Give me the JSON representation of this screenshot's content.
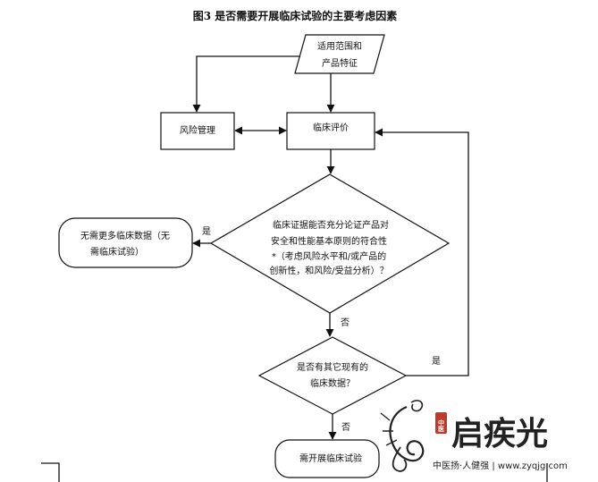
{
  "title": "图3  是否需要开展临床试验的主要考虑因素",
  "nodes": {
    "scope": {
      "line1": "适用范围和",
      "line2": "产品特征"
    },
    "risk_management": {
      "label": "风险管理"
    },
    "clinical_evaluation": {
      "label": "临床评价"
    },
    "decision_evidence": {
      "lines": [
        "临床证据能否充分论证产品对",
        "安全和性能基本原则的符合性",
        "*（考虑风险水平和/或产品的",
        "创新性，和风险/受益分析）？"
      ]
    },
    "no_more_data": {
      "line1": "无需更多临床数据（无",
      "line2": "需临床试验）"
    },
    "decision_other_data": {
      "line1": "是否有其它现有的",
      "line2": "临床数据？"
    },
    "need_trial": {
      "label": "需开展临床试验"
    }
  },
  "edge_labels": {
    "evidence_yes": "是",
    "evidence_no": "否",
    "other_yes": "是",
    "other_no": "否"
  },
  "watermark": {
    "brand": "启疾光",
    "tagline": "中医扬·人健强 | www.zyqjg.com",
    "seal_text": "中医"
  },
  "colors": {
    "line": "#111111",
    "seal": "#c0392b"
  }
}
